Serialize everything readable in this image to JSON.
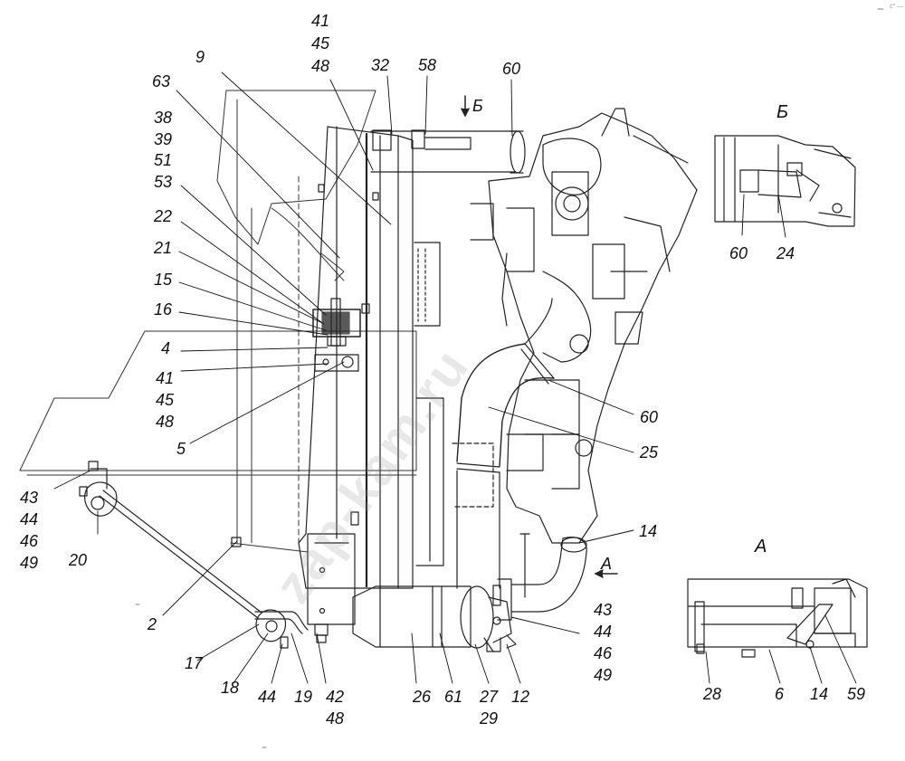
{
  "watermark": "zap-kam.ru",
  "corner_stamp": "c° —",
  "views": {
    "view_b": "Б",
    "view_a": "А"
  },
  "arrows": {
    "view_b_arrow": "Б",
    "view_a_arrow": "А"
  },
  "callouts": {
    "c41_45_48_top": [
      "41",
      "45",
      "48"
    ],
    "c9": "9",
    "c32": "32",
    "c58": "58",
    "c60_top": "60",
    "c63": "63",
    "c38_39_51_53": [
      "38",
      "39",
      "51",
      "53"
    ],
    "c22": "22",
    "c21": "21",
    "c15": "15",
    "c16": "16",
    "c4": "4",
    "c41_45_48_mid": [
      "41",
      "45",
      "48"
    ],
    "c5": "5",
    "c60_mid": "60",
    "c25": "25",
    "c14_main": "14",
    "c43_44_46_49_left": [
      "43",
      "44",
      "46",
      "49"
    ],
    "c20": "20",
    "c2": "2",
    "c17": "17",
    "c18": "18",
    "c44": "44",
    "c19": "19",
    "c42_48": [
      "42",
      "48"
    ],
    "c26": "26",
    "c61": "61",
    "c27_29": [
      "27",
      "29"
    ],
    "c12": "12",
    "c43_44_46_49_right": [
      "43",
      "44",
      "46",
      "49"
    ],
    "c60_viewb": "60",
    "c24_viewb": "24",
    "c28_viewa": "28",
    "c6_viewa": "6",
    "c14_viewa": "14",
    "c59_viewa": "59"
  }
}
